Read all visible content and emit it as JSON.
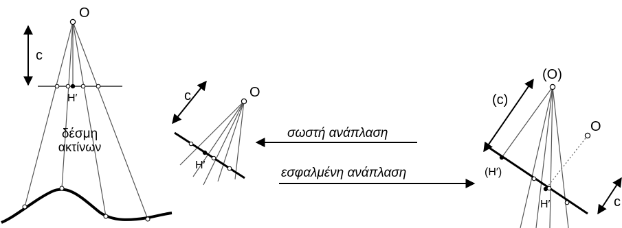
{
  "left_panel": {
    "center_label": "O",
    "focal_label": "c",
    "principal_point_label": "H′",
    "bundle_label_line1": "δέσμη",
    "bundle_label_line2": "ακτίνων"
  },
  "middle_panel": {
    "center_label": "O",
    "focal_label": "c",
    "principal_point_label": "H′"
  },
  "right_panel": {
    "center_label_projected": "(O)",
    "center_label_true": "O",
    "focal_label_projected": "(c)",
    "focal_label_true": "c",
    "principal_point_label_projected": "(H′)",
    "principal_point_label_true": "H′"
  },
  "arrows": {
    "correct_label": "σωστή ανάπλαση",
    "wrong_label": "εσφαλμένη ανάπλαση"
  }
}
